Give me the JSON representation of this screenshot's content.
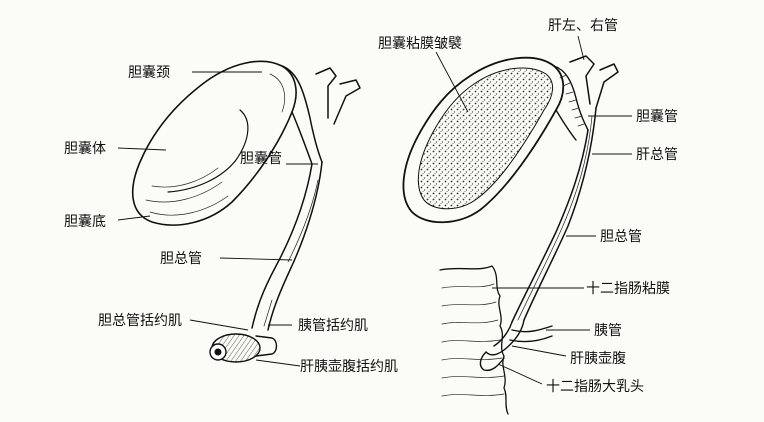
{
  "left_figure": {
    "labels": {
      "neck": "胆囊颈",
      "body": "胆囊体",
      "cystic_duct": "胆囊管",
      "fundus": "胆囊底",
      "common_bile_duct": "胆总管",
      "cbd_sphincter": "胆总管括约肌",
      "pancreatic_sphincter": "胰管括约肌",
      "ampulla_sphincter": "肝胰壶腹括约肌"
    }
  },
  "right_figure": {
    "labels": {
      "mucosal_folds": "胆囊粘膜皱襞",
      "hepatic_ducts": "肝左、右管",
      "cystic_duct": "胆囊管",
      "common_hepatic_duct": "肝总管",
      "common_bile_duct": "胆总管",
      "duodenal_mucosa": "十二指肠粘膜",
      "pancreatic_duct": "胰管",
      "ampulla": "肝胰壶腹",
      "major_papilla": "十二指肠大乳头"
    }
  }
}
